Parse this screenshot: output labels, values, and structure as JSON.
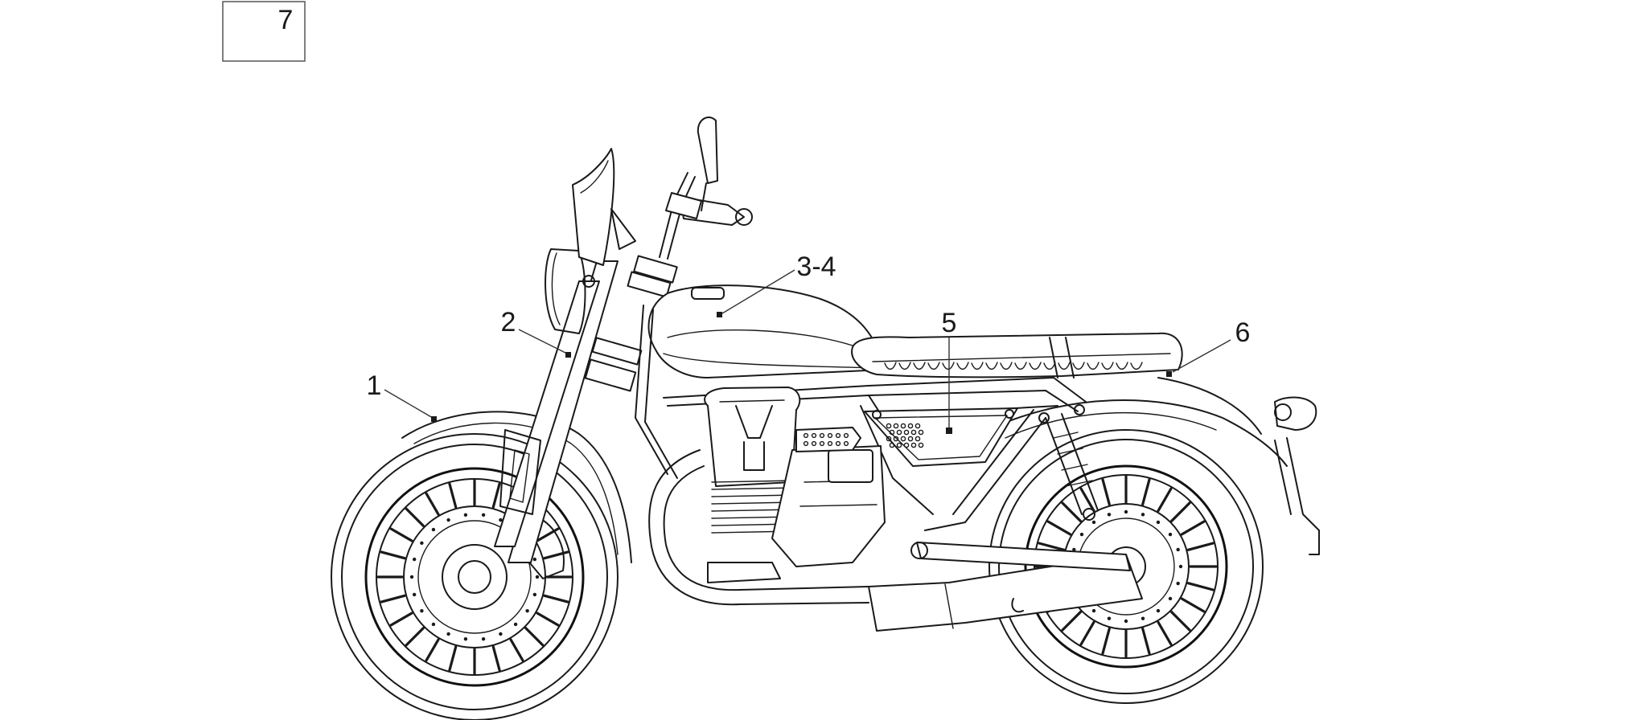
{
  "reference_box": {
    "label": "7"
  },
  "callouts": {
    "c1": "1",
    "c2": "2",
    "c34": "3-4",
    "c5": "5",
    "c6": "6"
  }
}
